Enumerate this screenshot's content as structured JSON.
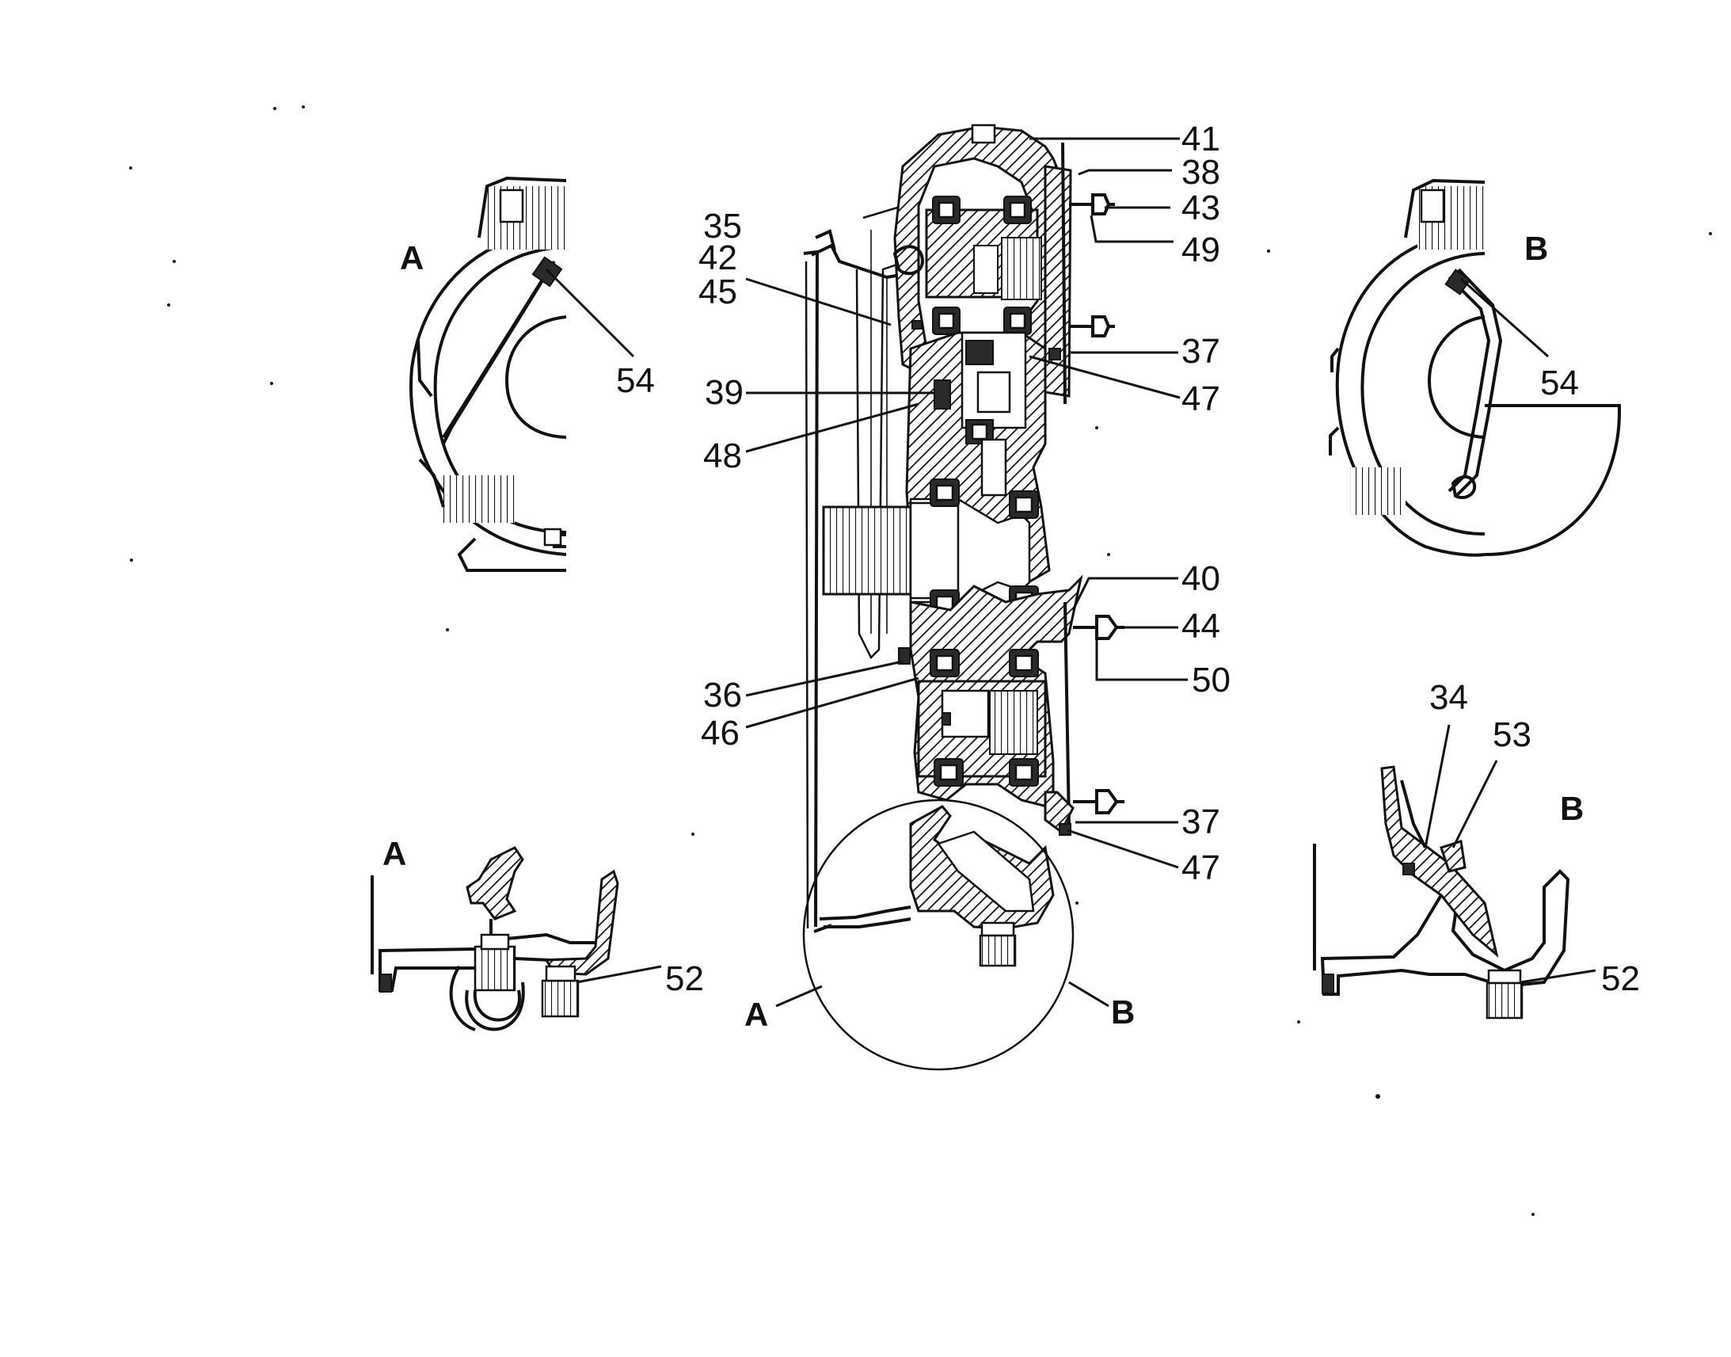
{
  "figure": {
    "labels": {
      "l34": "34",
      "l35": "35",
      "l36": "36",
      "l37a": "37",
      "l37b": "37",
      "l38": "38",
      "l39": "39",
      "l40": "40",
      "l41": "41",
      "l42": "42",
      "l43": "43",
      "l44": "44",
      "l45": "45",
      "l46": "46",
      "l47a": "47",
      "l47b": "47",
      "l48": "48",
      "l49": "49",
      "l50": "50",
      "l52a": "52",
      "l52b": "52",
      "l53": "53",
      "l54a": "54",
      "l54b": "54"
    },
    "views": {
      "detail_a_top": "A",
      "detail_b_top": "B",
      "detail_a_bottom": "A",
      "detail_b_bottom": "B",
      "circle_a": "A",
      "circle_b": "B"
    }
  },
  "colors": {
    "ink": "#111111",
    "paper": "#ffffff"
  }
}
